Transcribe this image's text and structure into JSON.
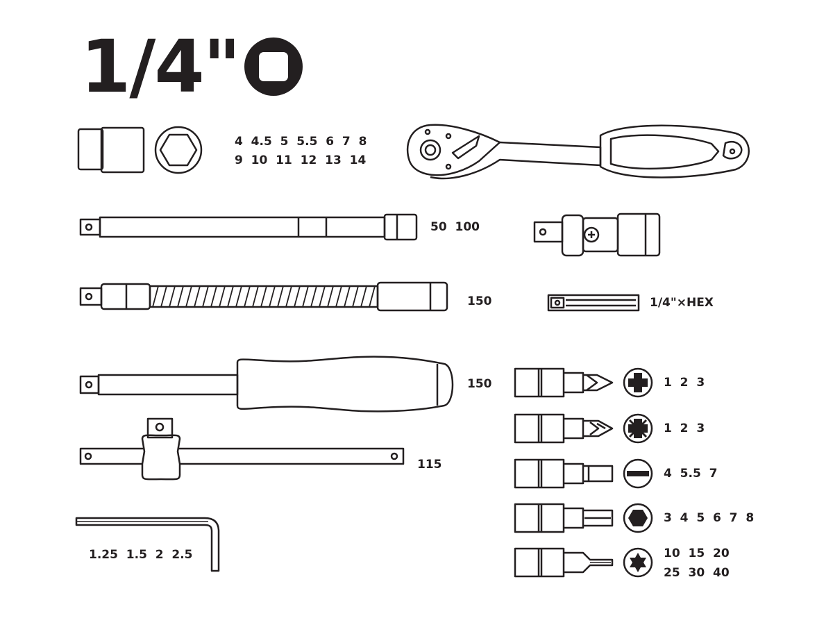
{
  "title": "1/4\"",
  "title_icon": "square-drive-icon",
  "sockets": {
    "sizes_line1": "4  4.5  5  5.5  6  7  8",
    "sizes_line2": "9  10  11  12  13  14"
  },
  "extension_bar": {
    "lengths": "50  100"
  },
  "flex_extension": {
    "length": "150"
  },
  "spinner_handle": {
    "length": "150"
  },
  "t_handle": {
    "length": "115"
  },
  "hex_keys": {
    "sizes": "1.25  1.5  2  2.5"
  },
  "bit_adapter": {
    "label": "1/4\"×HEX"
  },
  "bits": [
    {
      "type": "phillips",
      "icon": "phillips-icon",
      "sizes": "1  2  3"
    },
    {
      "type": "pozidriv",
      "icon": "pozidriv-icon",
      "sizes": "1  2  3"
    },
    {
      "type": "slotted",
      "icon": "slotted-icon",
      "sizes": "4  5.5  7"
    },
    {
      "type": "hex",
      "icon": "hex-icon",
      "sizes": "3  4  5  6  7  8"
    },
    {
      "type": "torx",
      "icon": "torx-icon",
      "sizes_line1": "10  15  20",
      "sizes_line2": "25  30  40"
    }
  ],
  "colors": {
    "ink": "#231f20",
    "background": "#ffffff"
  }
}
